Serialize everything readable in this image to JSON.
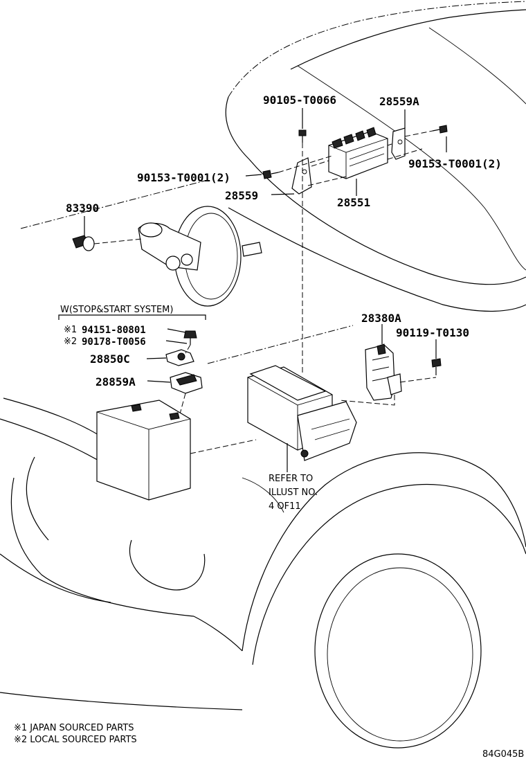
{
  "parts": {
    "p1": "90105-T0066",
    "p2": "28559A",
    "p3": "90153-T0001(2)",
    "p4": "90153-T0001(2)",
    "p5": "28559",
    "p6": "28551",
    "p7": "83390",
    "p8": "28380A",
    "p9": "90119-T0130",
    "p10": "94151-80801",
    "p11": "90178-T0056",
    "p12": "28850C",
    "p13": "28859A"
  },
  "variant": {
    "label": "W(STOP&START SYSTEM)",
    "mark1": "※1",
    "mark2": "※2"
  },
  "refer": {
    "line1": "REFER TO",
    "line2": "ILLUST NO.",
    "line3": "4 OF11"
  },
  "legend": {
    "item1": "※1 JAPAN SOURCED PARTS",
    "item2": "※2 LOCAL SOURCED PARTS"
  },
  "illustration_id": "84G045B"
}
